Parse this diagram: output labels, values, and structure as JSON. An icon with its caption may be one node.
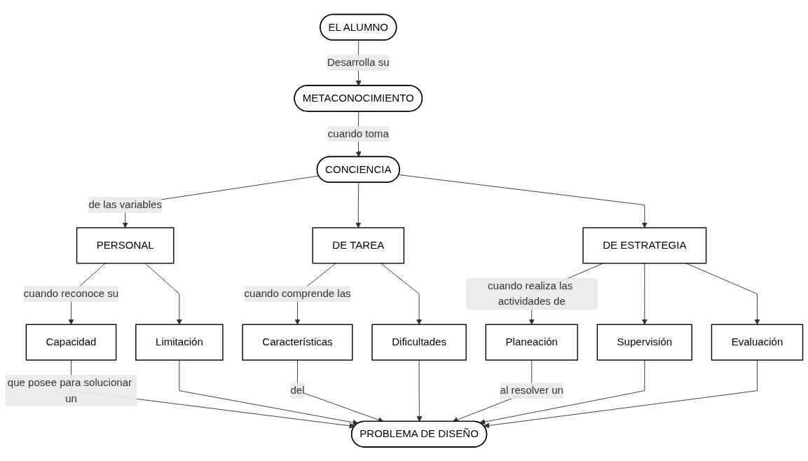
{
  "diagram": {
    "nodes": [
      {
        "text": [
          "EL ALUMNO"
        ]
      },
      {
        "text": [
          "METACONOCIMIENTO"
        ]
      },
      {
        "text": [
          "CONCIENCIA"
        ]
      },
      {
        "text": [
          "PERSONAL"
        ]
      },
      {
        "text": [
          "DE TAREA"
        ]
      },
      {
        "text": [
          "DE ESTRATEGIA"
        ]
      },
      {
        "text": [
          "Capacidad"
        ]
      },
      {
        "text": [
          "Limitación"
        ]
      },
      {
        "text": [
          "Características"
        ]
      },
      {
        "text": [
          "Dificultades"
        ]
      },
      {
        "text": [
          "Planeación"
        ]
      },
      {
        "text": [
          "Supervisión"
        ]
      },
      {
        "text": [
          "Evaluación"
        ]
      },
      {
        "text": [
          "PROBLEMA DE DISEÑO"
        ]
      }
    ],
    "edges": [
      {
        "from": 0,
        "to": 1,
        "arrow": "to",
        "label": "Desarrolla su"
      },
      {
        "from": 1,
        "to": 2,
        "arrow": "to",
        "label": "cuando toma"
      },
      {
        "from": 2,
        "to": 3,
        "arrow": "to",
        "label": "de las variables"
      },
      {
        "from": 2,
        "to": 4,
        "arrow": "to"
      },
      {
        "from": 2,
        "to": 5,
        "arrow": "to"
      },
      {
        "from": 3,
        "to": 6,
        "arrow": "to",
        "label": "cuando reconoce su"
      },
      {
        "from": 3,
        "to": 7,
        "arrow": "to"
      },
      {
        "from": 4,
        "to": 8,
        "arrow": "to",
        "label": "cuando comprende las"
      },
      {
        "from": 4,
        "to": 9,
        "arrow": "to"
      },
      {
        "from": 5,
        "to": 10,
        "arrow": "to",
        "label": "cuando realiza las actividades de"
      },
      {
        "from": 5,
        "to": 11,
        "arrow": "to"
      },
      {
        "from": 5,
        "to": 12,
        "arrow": "to"
      },
      {
        "from": 6,
        "to": 13,
        "arrow": "to",
        "label": "que posee para solucionar un"
      },
      {
        "from": 7,
        "to": 13,
        "arrow": "to"
      },
      {
        "from": 8,
        "to": 13,
        "arrow": "to",
        "label": "del"
      },
      {
        "from": 9,
        "to": 13,
        "arrow": "to"
      },
      {
        "from": 10,
        "to": 13,
        "arrow": "to",
        "label": "al resolver un"
      },
      {
        "from": 11,
        "to": 13,
        "arrow": "to"
      },
      {
        "from": 12,
        "to": 13,
        "arrow": "to"
      }
    ]
  }
}
